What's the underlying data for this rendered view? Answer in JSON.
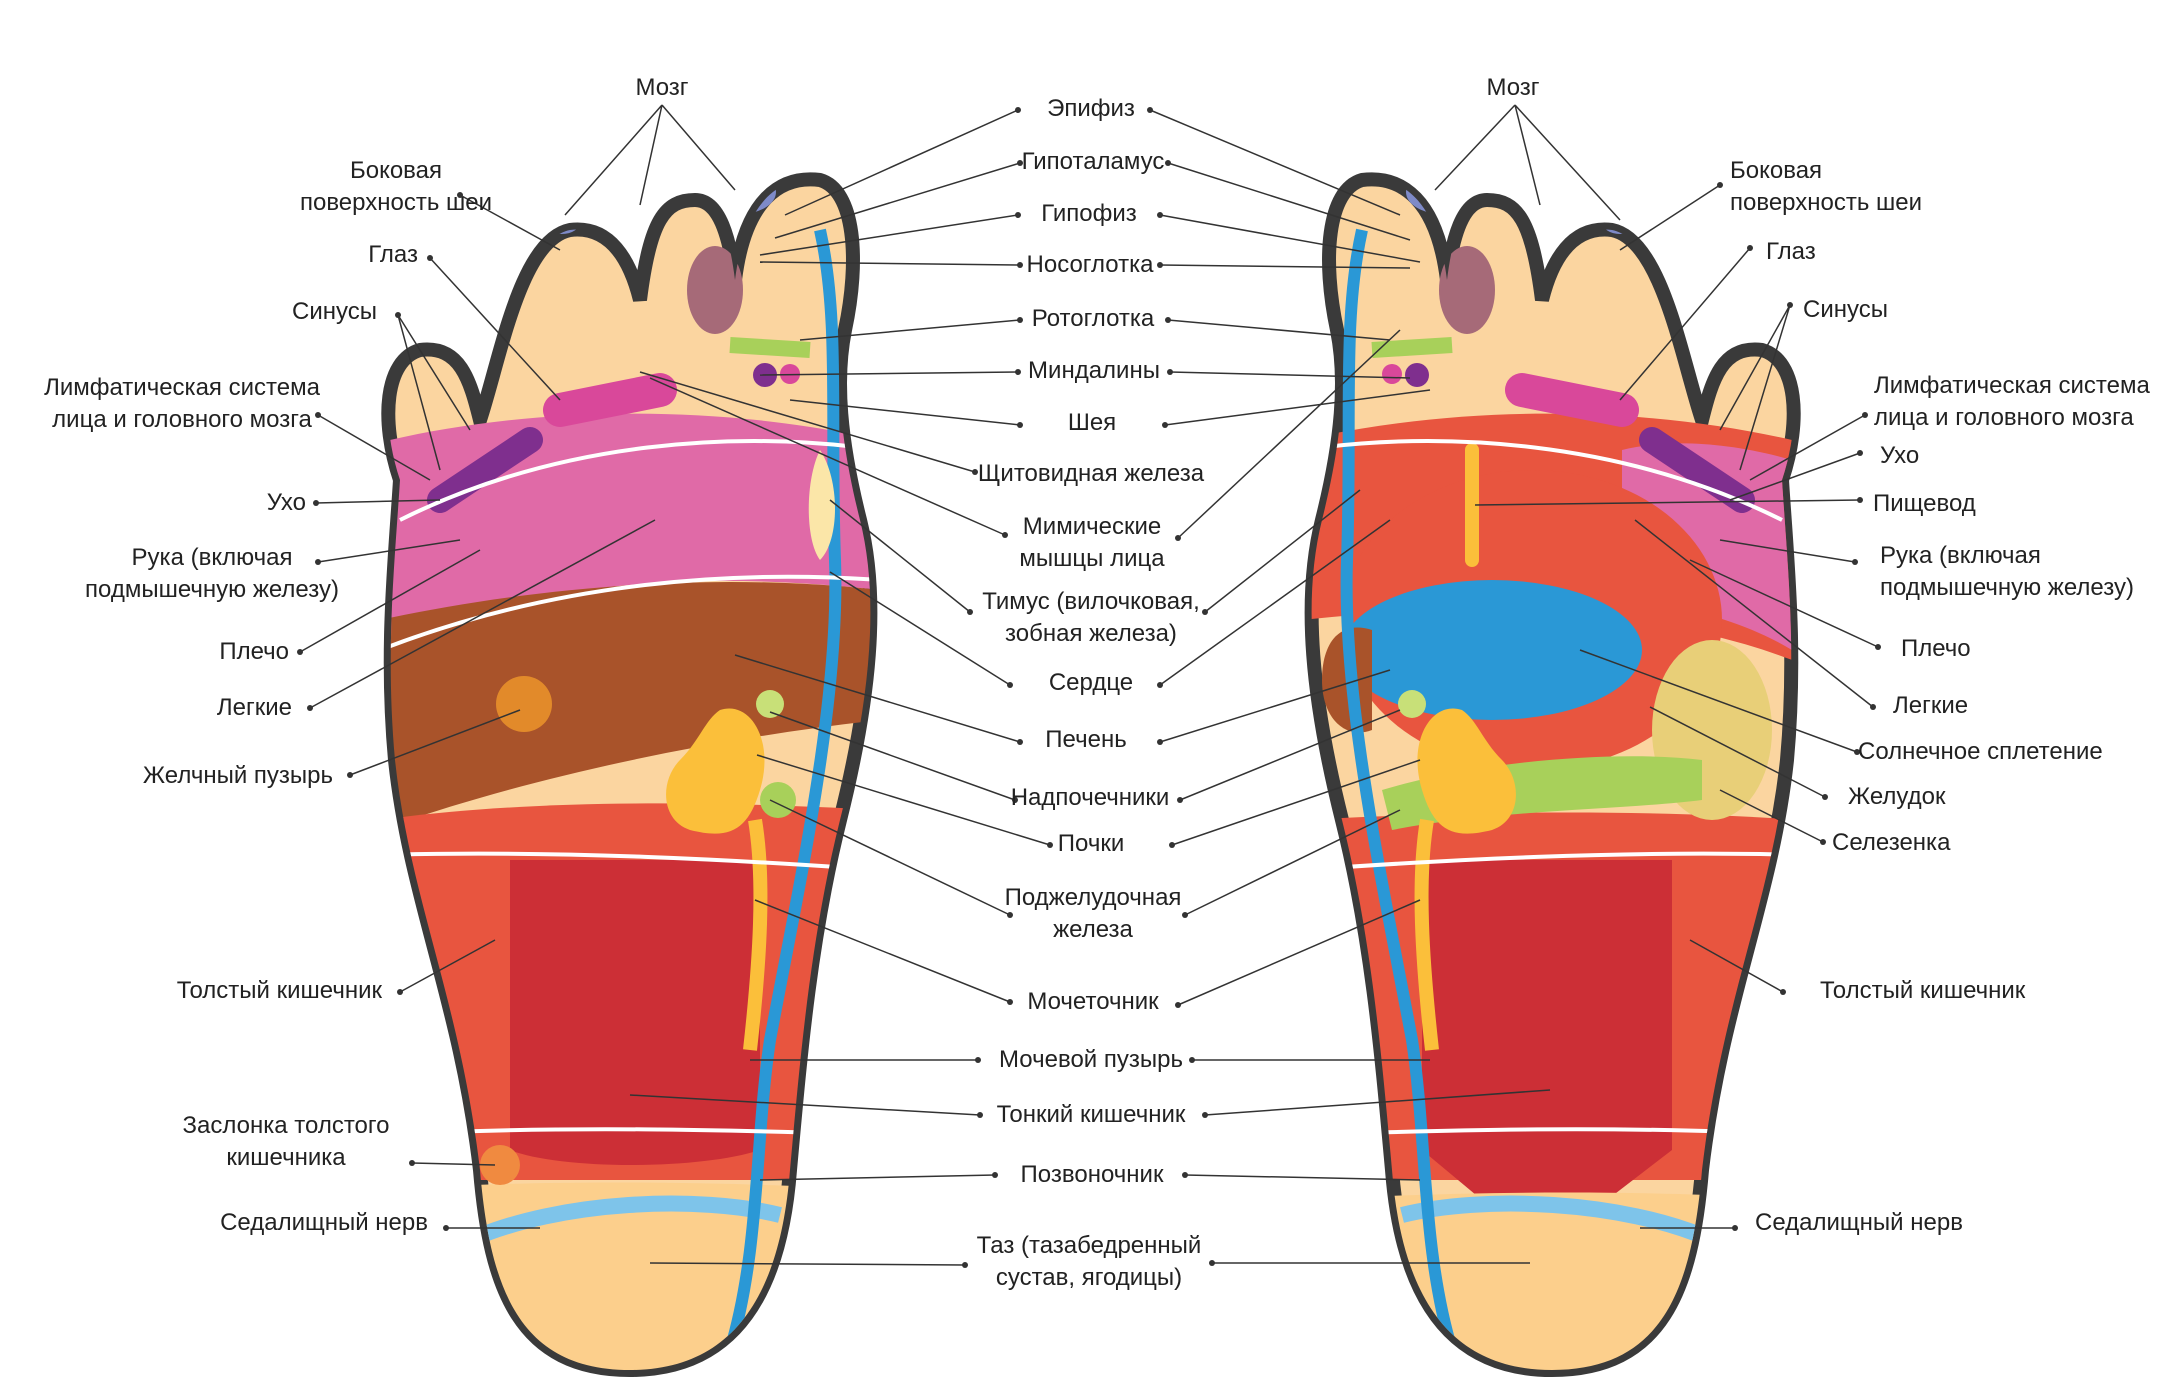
{
  "labels": {
    "left": {
      "brain": "Мозг",
      "neck_side": "Боковая\nповерхность шеи",
      "eye": "Глаз",
      "sinuses": "Синусы",
      "lymph": "Лимфатическая система\nлица и головного мозга",
      "ear": "Ухо",
      "arm": "Рука (включая\nподмышечную железу)",
      "shoulder": "Плечо",
      "lungs": "Легкие",
      "gallbladder": "Желчный пузырь",
      "colon": "Толстый кишечник",
      "ileocecal": "Заслонка толстого\nкишечника",
      "sciatic": "Седалищный нерв"
    },
    "center": {
      "pineal": "Эпифиз",
      "hypothalamus": "Гипоталамус",
      "pituitary": "Гипофиз",
      "nasopharynx": "Носоглотка",
      "oropharynx": "Ротоглотка",
      "tonsils": "Миндалины",
      "neck": "Шея",
      "thyroid": "Щитовидная железа",
      "facial_muscles": "Мимические\nмышцы лица",
      "thymus": "Тимус (вилочковая,\nзобная железа)",
      "heart": "Сердце",
      "liver": "Печень",
      "adrenals": "Надпочечники",
      "kidneys": "Почки",
      "pancreas": "Поджелудочная\nжелеза",
      "ureter": "Мочеточник",
      "bladder": "Мочевой пузырь",
      "small_intestine": "Тонкий кишечник",
      "spine": "Позвоночник",
      "pelvis": "Таз (тазабедренный\nсустав, ягодицы)"
    },
    "right": {
      "brain": "Мозг",
      "neck_side": "Боковая\nповерхность шеи",
      "eye": "Глаз",
      "sinuses": "Синусы",
      "lymph": "Лимфатическая система\nлица и головного мозга",
      "ear": "Ухо",
      "esophagus": "Пищевод",
      "arm": "Рука (включая\nподмышечную железу)",
      "shoulder": "Плечо",
      "lungs": "Легкие",
      "solar_plexus": "Солнечное сплетение",
      "stomach": "Желудок",
      "spleen": "Селезенка",
      "colon": "Толстый кишечник",
      "sciatic": "Седалищный нерв"
    }
  },
  "colors": {
    "outline": "#3a3a3a",
    "skin": "#fbd5a0",
    "heel": "#fccf8c",
    "magenta": "#d9489a",
    "pink": "#e06aa7",
    "brown": "#a9532a",
    "red": "#e8553f",
    "dark_red": "#cc2f36",
    "orange": "#f08a40",
    "blue": "#2a98d6",
    "light_blue": "#7ec4ea",
    "yellow": "#fbbf3a",
    "green": "#a8d05a",
    "purple": "#7f2f8e",
    "brain_blue": "#7e8ac8",
    "mauve": "#a66a78",
    "leader": "#333333"
  }
}
